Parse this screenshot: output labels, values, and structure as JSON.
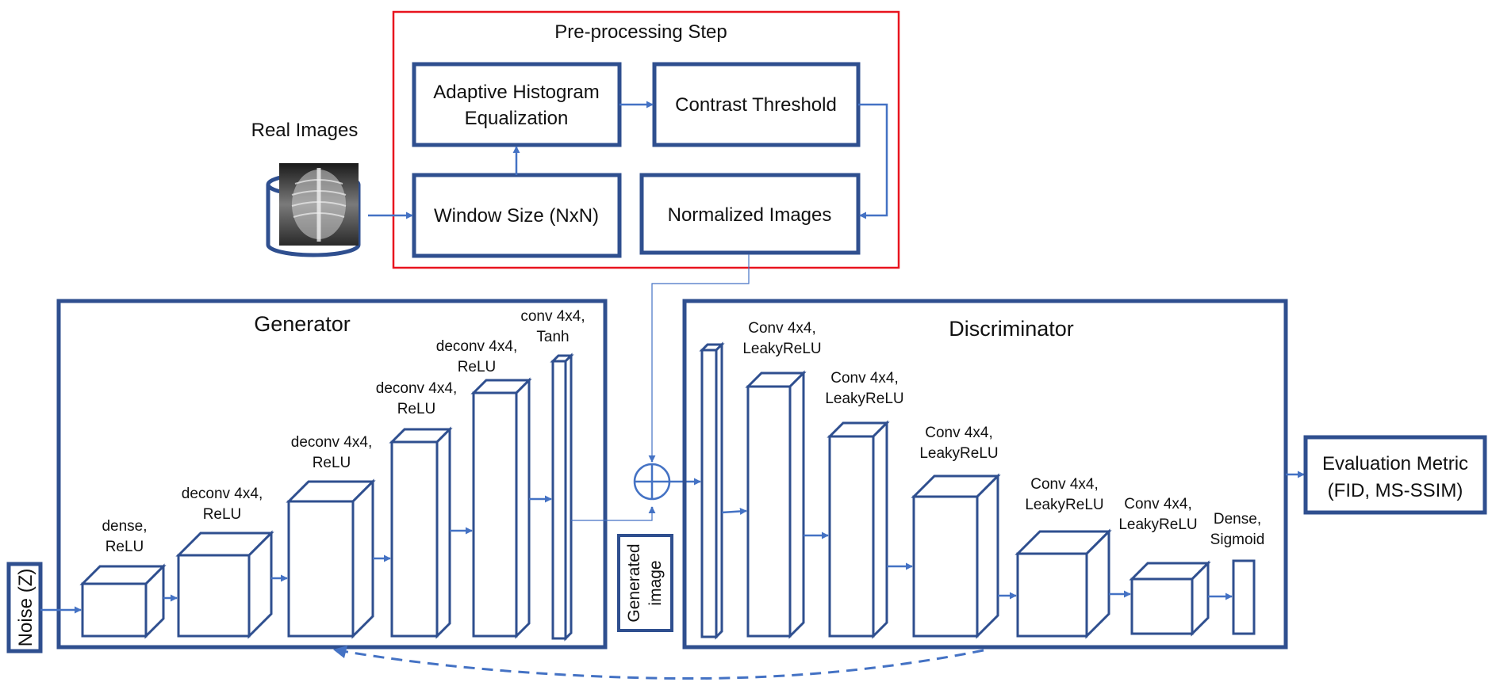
{
  "preprocessing": {
    "title": "Pre-processing Step",
    "ahe_line1": "Adaptive Histogram",
    "ahe_line2": "Equalization",
    "contrast": "Contrast Threshold",
    "window": "Window Size (NxN)",
    "normalized": "Normalized Images"
  },
  "real_images": {
    "label": "Real Images"
  },
  "noise": {
    "label": "Noise (Z)"
  },
  "generated": {
    "line1": "Generated",
    "line2": "image"
  },
  "generator": {
    "title": "Generator",
    "layers": [
      {
        "line1": "dense,",
        "line2": "ReLU"
      },
      {
        "line1": "deconv 4x4,",
        "line2": "ReLU"
      },
      {
        "line1": "deconv 4x4,",
        "line2": "ReLU"
      },
      {
        "line1": "deconv 4x4,",
        "line2": "ReLU"
      },
      {
        "line1": "deconv 4x4,",
        "line2": "ReLU"
      },
      {
        "line1": "conv 4x4,",
        "line2": "Tanh"
      }
    ]
  },
  "discriminator": {
    "title": "Discriminator",
    "layers": [
      {
        "line1": "Conv 4x4,",
        "line2": "LeakyReLU"
      },
      {
        "line1": "Conv 4x4,",
        "line2": "LeakyReLU"
      },
      {
        "line1": "Conv 4x4,",
        "line2": "LeakyReLU"
      },
      {
        "line1": "Conv 4x4,",
        "line2": "LeakyReLU"
      },
      {
        "line1": "Conv 4x4,",
        "line2": "LeakyReLU"
      },
      {
        "line1": "Dense,",
        "line2": "Sigmoid"
      }
    ]
  },
  "evaluation": {
    "line1": "Evaluation Metric",
    "line2": "(FID, MS-SSIM)"
  },
  "colors": {
    "primary": "#2f4f8f",
    "arrow": "#4472c4",
    "highlight": "#e8141e"
  },
  "icons": {
    "real_images": "xray-image-database-icon",
    "combine": "circle-plus-icon"
  }
}
